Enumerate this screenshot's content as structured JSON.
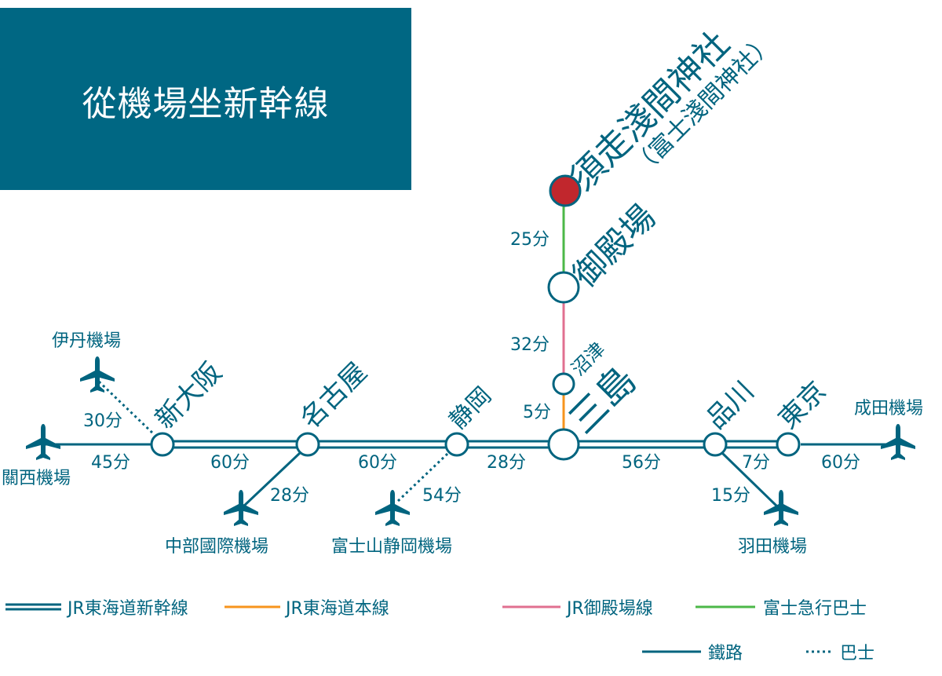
{
  "title": "從機場坐新幹線",
  "colors": {
    "primary": "#00647f",
    "shinkansen": "#00647f",
    "tokaido_main": "#f7941d",
    "gotemba_line": "#e07090",
    "fujikyu_bus": "#4cb848",
    "destination": "#c1272d",
    "title_bg": "#006783"
  },
  "destination": {
    "name": "須走淺間神社",
    "subtitle": "（富士淺間神社）"
  },
  "stations": {
    "shin_osaka": "新大阪",
    "nagoya": "名古屋",
    "shizuoka": "静岡",
    "mishima": "三島",
    "numazu": "沼津",
    "gotemba": "御殿場",
    "shinagawa": "品川",
    "tokyo": "東京"
  },
  "airports": {
    "itami": "伊丹機場",
    "kansai": "關西機場",
    "chubu": "中部國際機場",
    "fuji_shizuoka": "富士山静岡機場",
    "haneda": "羽田機場",
    "narita": "成田機場"
  },
  "times": {
    "itami_shin_osaka": "30分",
    "kansai_shin_osaka": "45分",
    "shin_osaka_nagoya": "60分",
    "nagoya_chubu": "28分",
    "nagoya_shizuoka": "60分",
    "shizuoka_fuji_airport": "54分",
    "shizuoka_mishima": "28分",
    "mishima_numazu": "5分",
    "numazu_gotemba": "32分",
    "gotemba_shrine": "25分",
    "mishima_shinagawa": "56分",
    "shinagawa_tokyo": "7分",
    "shinagawa_haneda": "15分",
    "tokyo_narita": "60分"
  },
  "legend": {
    "shinkansen": "JR東海道新幹線",
    "tokaido_main": "JR東海道本線",
    "gotemba_line": "JR御殿場線",
    "fujikyu_bus": "富士急行巴士",
    "railway": "鐵路",
    "bus": "巴士"
  }
}
